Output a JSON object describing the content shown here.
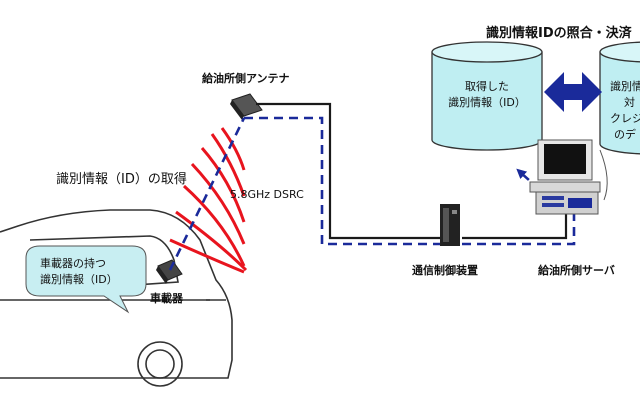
{
  "labels": {
    "top_title": "識別情報IDの照合・決済",
    "antenna": "給油所側アンテナ",
    "id_acquire": "識別情報（ID）の取得",
    "frequency": "5.8GHz DSRC",
    "controller": "通信制御装置",
    "server": "給油所側サーバ",
    "onboard_unit": "車載器"
  },
  "bubble": {
    "line1": "車載器の持つ",
    "line2": "識別情報（ID）"
  },
  "left_database": {
    "line1": "取得した",
    "line2": "識別情報（ID）"
  },
  "right_database": {
    "line1": "識別情",
    "line2": "対",
    "line3": "クレジ",
    "line4": "のデ"
  },
  "colors": {
    "database_fill": "#bfeef2",
    "bubble_fill": "#c8eef2",
    "signal_wave": "#e8141e",
    "dashed_path": "#1a2a9a",
    "cable": "#1a1a1a",
    "exchange_arrow": "#1a2a9a"
  }
}
